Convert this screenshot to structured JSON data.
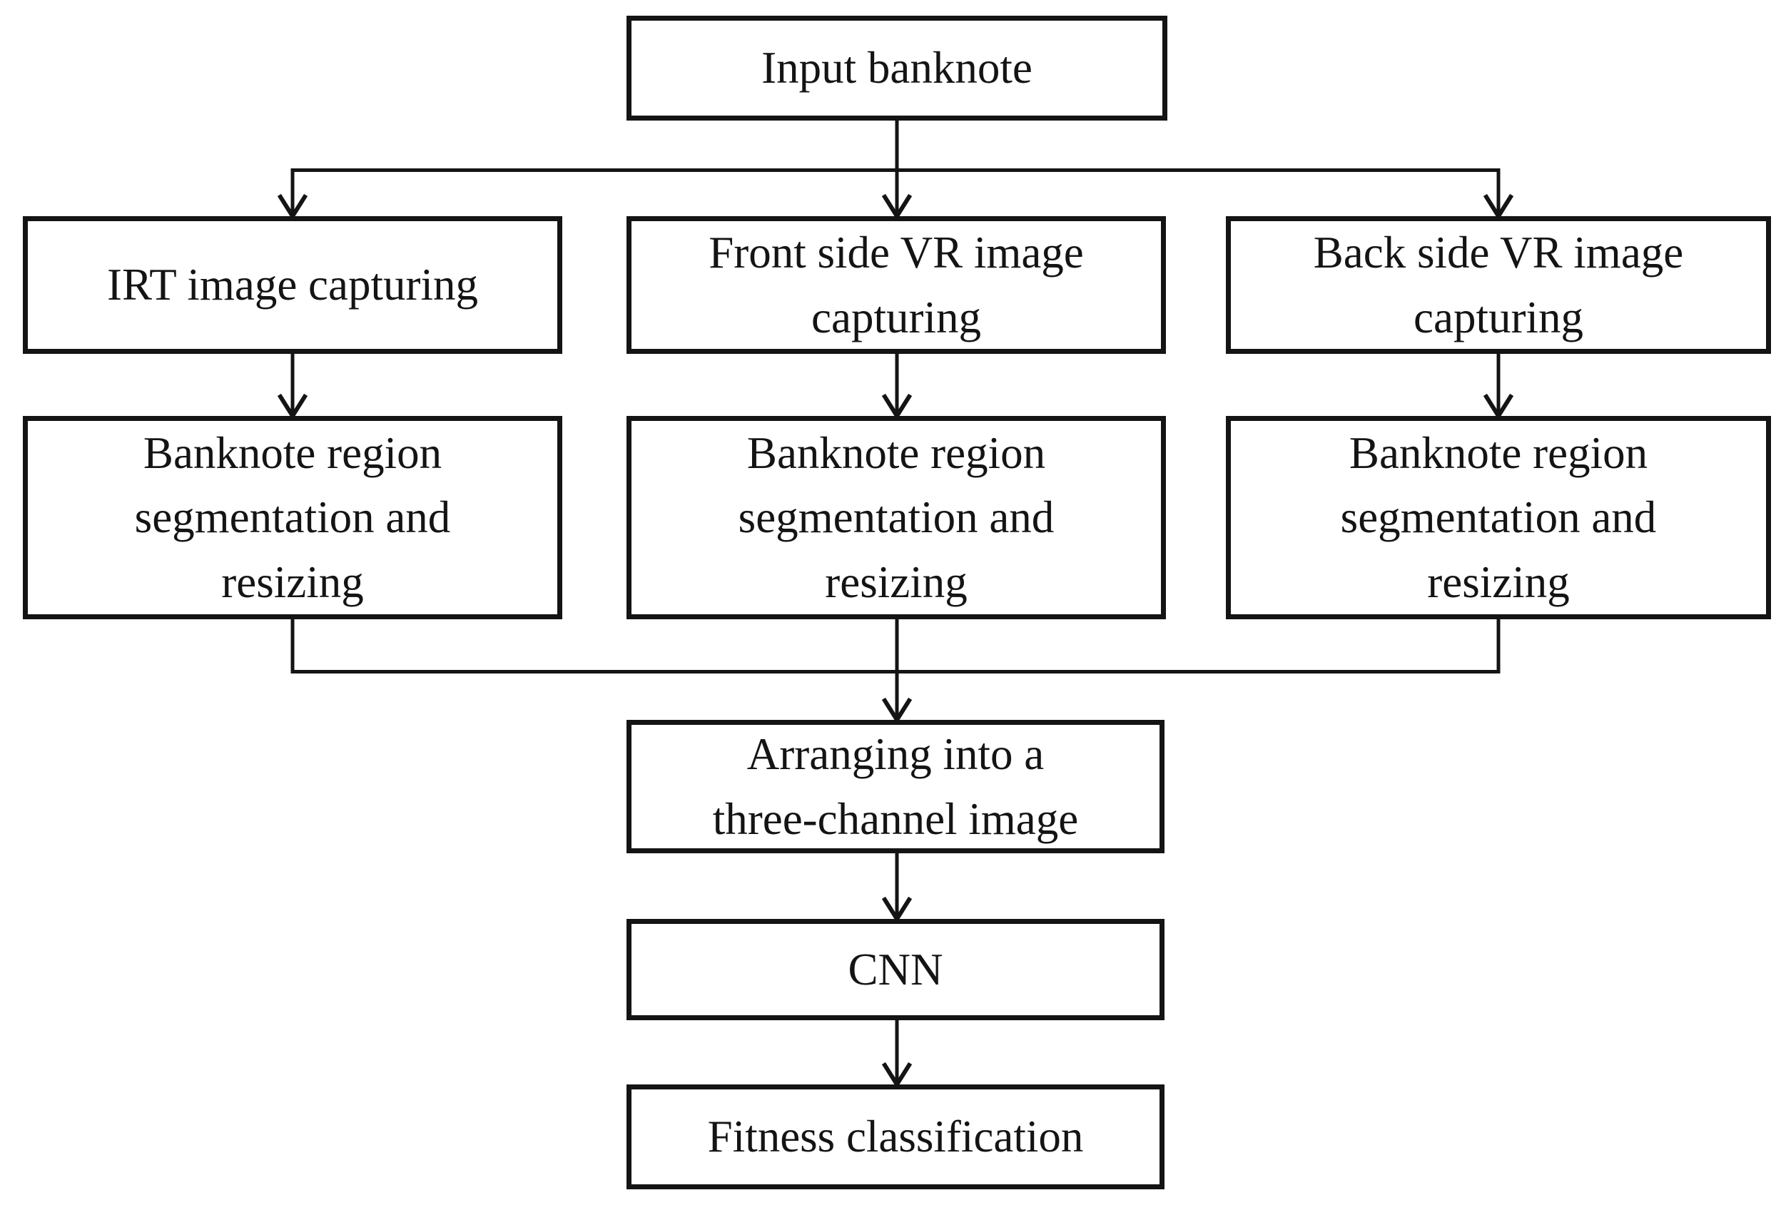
{
  "diagram": {
    "type": "flowchart",
    "background_color": "#ffffff",
    "line_color": "#141414",
    "text_color": "#141414",
    "nodes": {
      "input": {
        "label": "Input banknote"
      },
      "irt_capturing": {
        "label": "IRT image capturing"
      },
      "front_vr_capturing": {
        "lines": [
          "Front side VR image",
          "capturing"
        ]
      },
      "back_vr_capturing": {
        "lines": [
          "Back side VR image",
          "capturing"
        ]
      },
      "segmentation_left": {
        "lines": [
          "Banknote region",
          "segmentation and",
          "resizing"
        ]
      },
      "segmentation_middle": {
        "lines": [
          "Banknote region",
          "segmentation and",
          "resizing"
        ]
      },
      "segmentation_right": {
        "lines": [
          "Banknote region",
          "segmentation and",
          "resizing"
        ]
      },
      "arranging": {
        "lines": [
          "Arranging into a",
          "three-channel image"
        ]
      },
      "cnn": {
        "label": "CNN"
      },
      "fitness": {
        "label": "Fitness classification"
      }
    },
    "edges": [
      {
        "from": "input",
        "to": "irt_capturing"
      },
      {
        "from": "input",
        "to": "front_vr_capturing"
      },
      {
        "from": "input",
        "to": "back_vr_capturing"
      },
      {
        "from": "irt_capturing",
        "to": "segmentation_left"
      },
      {
        "from": "front_vr_capturing",
        "to": "segmentation_middle"
      },
      {
        "from": "back_vr_capturing",
        "to": "segmentation_right"
      },
      {
        "from": "segmentation_left",
        "to": "arranging"
      },
      {
        "from": "segmentation_middle",
        "to": "arranging"
      },
      {
        "from": "segmentation_right",
        "to": "arranging"
      },
      {
        "from": "arranging",
        "to": "cnn"
      },
      {
        "from": "cnn",
        "to": "fitness"
      }
    ]
  }
}
